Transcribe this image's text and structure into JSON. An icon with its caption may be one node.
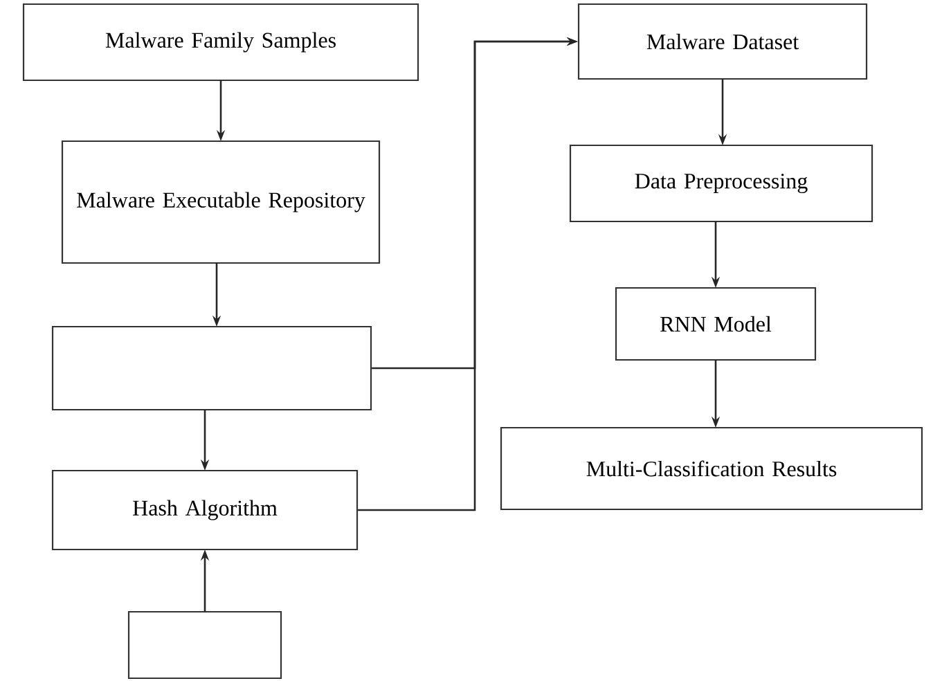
{
  "diagram": {
    "nodes": [
      {
        "text": [
          "Malware Family Samples"
        ]
      },
      {
        "text": [
          "Malware Executable Repository"
        ]
      },
      {
        "text": [],
        "shape": "box"
      },
      {
        "text": [
          "Hash Algorithm"
        ]
      },
      {
        "text": [],
        "shape": "box"
      },
      {
        "text": [
          "Malware Dataset"
        ]
      },
      {
        "text": [
          "Data Preprocessing"
        ]
      },
      {
        "text": [
          "RNN Model"
        ]
      },
      {
        "text": [
          "Multi-Classification Results"
        ]
      }
    ],
    "edges": [
      {
        "from": 0,
        "to": 1,
        "arrow": "to"
      },
      {
        "from": 1,
        "to": 2,
        "arrow": "to"
      },
      {
        "from": 2,
        "to": 3,
        "arrow": "to"
      },
      {
        "from": 4,
        "to": 3,
        "arrow": "to"
      },
      {
        "from": 2,
        "to": 5,
        "arrow": "to"
      },
      {
        "from": 3,
        "to": 5,
        "arrow": "to"
      },
      {
        "from": 5,
        "to": 6,
        "arrow": "to"
      },
      {
        "from": 6,
        "to": 7,
        "arrow": "to"
      },
      {
        "from": 7,
        "to": 8,
        "arrow": "to"
      }
    ]
  }
}
